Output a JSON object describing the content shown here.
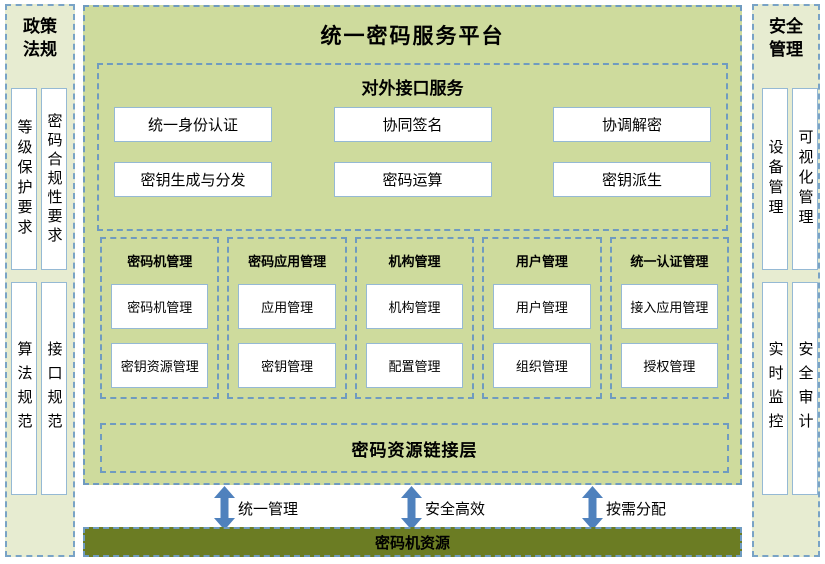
{
  "left_panel": {
    "title_line1": "政策",
    "title_line2": "法规",
    "row1": [
      "等级保护要求",
      "密码合规性要求"
    ],
    "row2": [
      "算法规范",
      "接口规范"
    ]
  },
  "right_panel": {
    "title_line1": "安全",
    "title_line2": "管理",
    "row1": [
      "设备管理",
      "可视化管理"
    ],
    "row2": [
      "实时监控",
      "安全审计"
    ]
  },
  "platform": {
    "title": "统一密码服务平台",
    "interface_services": {
      "title": "对外接口服务",
      "buttons": [
        "统一身份认证",
        "协同签名",
        "协调解密",
        "密钥生成与分发",
        "密码运算",
        "密钥派生"
      ]
    },
    "management_groups": [
      {
        "title": "密码机管理",
        "items": [
          "密码机管理",
          "密钥资源管理"
        ]
      },
      {
        "title": "密码应用管理",
        "items": [
          "应用管理",
          "密钥管理"
        ]
      },
      {
        "title": "机构管理",
        "items": [
          "机构管理",
          "配置管理"
        ]
      },
      {
        "title": "用户管理",
        "items": [
          "用户管理",
          "组织管理"
        ]
      },
      {
        "title": "统一认证管理",
        "items": [
          "接入应用管理",
          "授权管理"
        ]
      }
    ],
    "link_layer": "密码资源链接层"
  },
  "flows": [
    {
      "label": "统一管理"
    },
    {
      "label": "安全高效"
    },
    {
      "label": "按需分配"
    }
  ],
  "resource_bar": "密码机资源",
  "colors": {
    "panel_bg": "#e7ecd1",
    "platform_bg": "#cedb9d",
    "dashed_border": "#6f9bc0",
    "box_border": "#95b9d4",
    "arrow": "#4f81bd",
    "resource_bar_bg": "#6b7c23"
  }
}
